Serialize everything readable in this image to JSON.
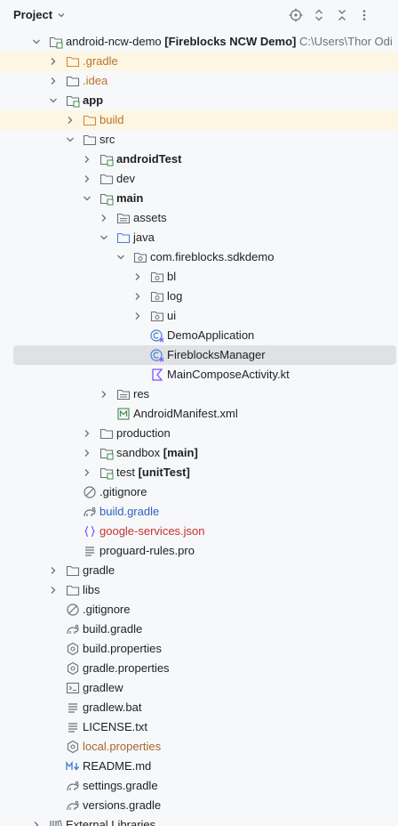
{
  "toolbar": {
    "title": "Project",
    "icons": [
      "chevron-down-icon",
      "locate-icon",
      "expand-all-icon",
      "collapse-all-icon",
      "more-options-icon"
    ]
  },
  "colors": {
    "text": "#1e1f22",
    "muted_path": "#6c707e",
    "orange_excluded": "#b8742a",
    "link_blue": "#2f5fc5",
    "json_red": "#c0342b",
    "local_props": "#a6662f",
    "excluded_row_bg": "#fdf6e3",
    "selected_row_bg": "#dfe1e5"
  },
  "tree": [
    {
      "label": "android-ncw-demo",
      "extra": "[Fireblocks NCW Demo]",
      "path": "C:\\Users\\Thor Odi",
      "icon": "module-folder-icon",
      "arrow": "down"
    },
    {
      "label": ".gradle",
      "icon": "folder-excluded-icon",
      "arrow": "right",
      "color": "orange",
      "excluded": true
    },
    {
      "label": ".idea",
      "icon": "folder-icon",
      "arrow": "right",
      "color": "orange"
    },
    {
      "label": "app",
      "icon": "module-folder-icon",
      "arrow": "down",
      "bold": true
    },
    {
      "label": "build",
      "icon": "folder-excluded-icon",
      "arrow": "right",
      "color": "orange",
      "excluded": true
    },
    {
      "label": "src",
      "icon": "folder-icon",
      "arrow": "down"
    },
    {
      "label": "androidTest",
      "icon": "module-folder-icon",
      "arrow": "right",
      "bold": true
    },
    {
      "label": "dev",
      "icon": "folder-icon",
      "arrow": "right"
    },
    {
      "label": "main",
      "icon": "module-folder-icon",
      "arrow": "down",
      "bold": true
    },
    {
      "label": "assets",
      "icon": "resource-folder-icon",
      "arrow": "right"
    },
    {
      "label": "java",
      "icon": "source-folder-icon",
      "arrow": "down"
    },
    {
      "label": "com.fireblocks.sdkdemo",
      "icon": "package-icon",
      "arrow": "down"
    },
    {
      "label": "bl",
      "icon": "package-icon",
      "arrow": "right"
    },
    {
      "label": "log",
      "icon": "package-icon",
      "arrow": "right"
    },
    {
      "label": "ui",
      "icon": "package-icon",
      "arrow": "right"
    },
    {
      "label": "DemoApplication",
      "icon": "kotlin-class-icon",
      "arrow": "none"
    },
    {
      "label": "FireblocksManager",
      "icon": "kotlin-class-icon",
      "arrow": "none",
      "selected": true
    },
    {
      "label": "MainComposeActivity.kt",
      "icon": "kotlin-file-icon",
      "arrow": "none"
    },
    {
      "label": "res",
      "icon": "resource-folder-icon",
      "arrow": "right"
    },
    {
      "label": "AndroidManifest.xml",
      "icon": "manifest-icon",
      "arrow": "none"
    },
    {
      "label": "production",
      "icon": "folder-icon",
      "arrow": "right"
    },
    {
      "label": "sandbox",
      "extra": "[main]",
      "icon": "module-folder-icon",
      "arrow": "right"
    },
    {
      "label": "test",
      "extra": "[unitTest]",
      "icon": "module-folder-icon",
      "arrow": "right"
    },
    {
      "label": ".gitignore",
      "icon": "ignore-file-icon",
      "arrow": "none"
    },
    {
      "label": "build.gradle",
      "icon": "gradle-icon",
      "arrow": "none",
      "color": "blue"
    },
    {
      "label": "google-services.json",
      "icon": "json-icon",
      "arrow": "none",
      "color": "red"
    },
    {
      "label": "proguard-rules.pro",
      "icon": "text-file-icon",
      "arrow": "none"
    },
    {
      "label": "gradle",
      "icon": "folder-icon",
      "arrow": "right"
    },
    {
      "label": "libs",
      "icon": "folder-icon",
      "arrow": "right"
    },
    {
      "label": ".gitignore",
      "icon": "ignore-file-icon",
      "arrow": "none"
    },
    {
      "label": "build.gradle",
      "icon": "gradle-icon",
      "arrow": "none"
    },
    {
      "label": "build.properties",
      "icon": "settings-file-icon",
      "arrow": "none"
    },
    {
      "label": "gradle.properties",
      "icon": "settings-file-icon",
      "arrow": "none"
    },
    {
      "label": "gradlew",
      "icon": "terminal-icon",
      "arrow": "none"
    },
    {
      "label": "gradlew.bat",
      "icon": "text-file-icon",
      "arrow": "none"
    },
    {
      "label": "LICENSE.txt",
      "icon": "text-file-icon",
      "arrow": "none"
    },
    {
      "label": "local.properties",
      "icon": "settings-file-icon",
      "arrow": "none",
      "color": "brown"
    },
    {
      "label": "README.md",
      "icon": "markdown-icon",
      "arrow": "none"
    },
    {
      "label": "settings.gradle",
      "icon": "gradle-icon",
      "arrow": "none"
    },
    {
      "label": "versions.gradle",
      "icon": "gradle-icon",
      "arrow": "none"
    },
    {
      "label": "External Libraries",
      "icon": "library-icon",
      "arrow": "right"
    }
  ]
}
